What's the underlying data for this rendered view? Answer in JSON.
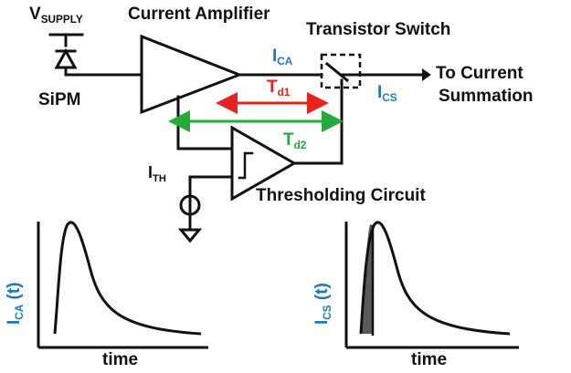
{
  "labels": {
    "vsupply_main": "V",
    "vsupply_sub": "SUPPLY",
    "sipm": "SiPM",
    "current_amplifier": "Current Amplifier",
    "transistor_switch": "Transistor Switch",
    "ica_main": "I",
    "ica_sub": "CA",
    "ics_main": "I",
    "ics_sub": "CS",
    "td1_main": "T",
    "td1_sub": "d1",
    "td2_main": "T",
    "td2_sub": "d2",
    "ith_main": "I",
    "ith_sub": "TH",
    "to_current": "To Current",
    "summation": "Summation",
    "thresholding_circuit": "Thresholding Circuit"
  },
  "plots": {
    "left": {
      "ylabel_main": "I",
      "ylabel_sub": "CA",
      "ylabel_tail": " (t)",
      "xlabel": "time"
    },
    "right": {
      "ylabel_main": "I",
      "ylabel_sub": "CS",
      "ylabel_tail": " (t)",
      "xlabel": "time"
    }
  },
  "colors": {
    "wire": "#111111",
    "blue": "#1f77c0",
    "red": "#e8231f",
    "green": "#27a83a",
    "shade": "#5a5a5a"
  }
}
